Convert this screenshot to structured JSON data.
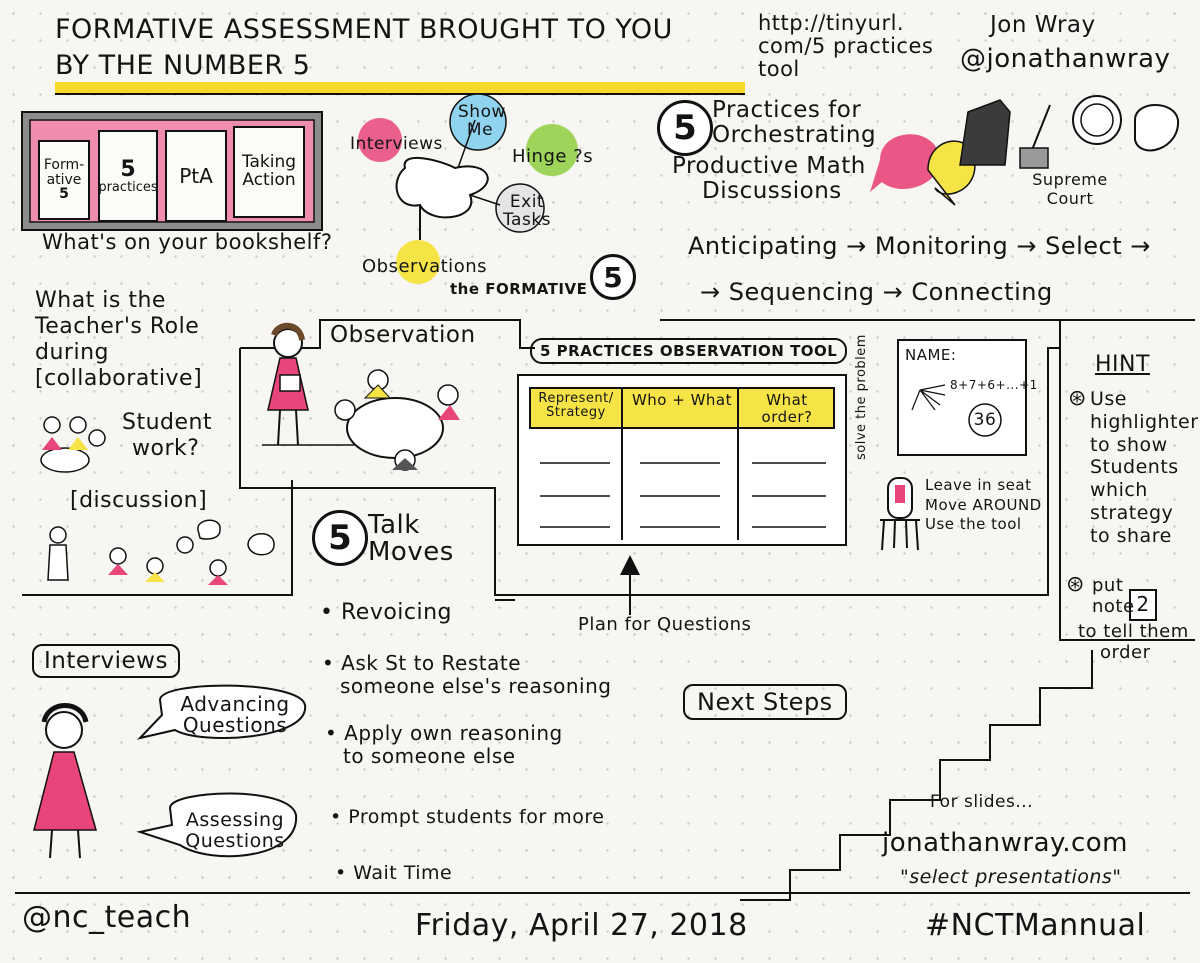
{
  "header": {
    "title_line1": "FORMATIVE ASSESSMENT BROUGHT TO YOU",
    "title_line2": "BY THE NUMBER 5",
    "url": "http://tinyurl.com/5practices tool",
    "url_line1": "http://tinyurl.",
    "url_line2": "com/5 practices",
    "url_line3": "tool",
    "author_name": "Jon Wray",
    "author_handle": "@jonathanwray"
  },
  "bookshelf": {
    "books": [
      "Form-ative 5",
      "5 practices",
      "PtA",
      "Taking Action"
    ],
    "book1_line1": "Form-",
    "book1_line2": "ative",
    "book1_line3": "5",
    "book2_line1": "5",
    "book2_line2": "practices",
    "caption": "What's on your bookshelf?"
  },
  "formative5": {
    "items": [
      "Interviews",
      "Show Me",
      "Hinge ?s",
      "Exit Tasks",
      "Observations"
    ],
    "label": "the FORMATIVE",
    "number": "5"
  },
  "practices": {
    "number": "5",
    "title_line1": "Practices for",
    "title_line2": "Orchestrating",
    "title_line3": "Productive Math",
    "title_line4": "Discussions",
    "court_label": "Supreme Court",
    "flow_line1": "Anticipating → Monitoring → Select →",
    "flow_line2": "→ Sequencing → Connecting"
  },
  "teacher_role": {
    "line1": "What is the",
    "line2": "Teacher's Role",
    "line3": "during",
    "line4": "[collaborative]",
    "line5": "Student",
    "line6": "work?",
    "discussion": "[discussion]"
  },
  "observation": {
    "label": "Observation"
  },
  "tool": {
    "title": "5 PRACTICES OBSERVATION TOOL",
    "columns": [
      "Represent/ Strategy",
      "Who + What",
      "What order?"
    ],
    "plan_label": "Plan for Questions"
  },
  "solve": {
    "side_label": "solve the problem",
    "name_label": "NAME:",
    "expr": "8+7+6+...+1",
    "answer": "36",
    "seat_line1": "Leave in seat",
    "seat_line2": "Move AROUND",
    "seat_line3": "Use the tool"
  },
  "hint": {
    "title": "HINT",
    "tip1_line1": "Use",
    "tip1_line2": "highlighter",
    "tip1_line3": "to show",
    "tip1_line4": "Students",
    "tip1_line5": "which",
    "tip1_line6": "strategy",
    "tip1_line7": "to share",
    "tip2_line1": "put",
    "tip2_line2": "note",
    "tip2_line3": "to tell them",
    "tip2_line4": "order",
    "note_number": "2"
  },
  "talk_moves": {
    "number": "5",
    "title_line1": "Talk",
    "title_line2": "Moves",
    "items": [
      "Revoicing",
      "Ask St to Restate someone else's reasoning",
      "Apply own reasoning to someone else",
      "Prompt students for more",
      "Wait Time"
    ],
    "item2_line1": "Ask St to Restate",
    "item2_line2": "someone else's reasoning",
    "item3_line1": "Apply own reasoning",
    "item3_line2": "to someone else"
  },
  "interviews": {
    "label": "Interviews",
    "bubble1_line1": "Advancing",
    "bubble1_line2": "Questions",
    "bubble2_line1": "Assessing",
    "bubble2_line2": "Questions"
  },
  "next_steps": {
    "label": "Next Steps",
    "slides_label": "For slides...",
    "site": "jonathanwray.com",
    "select": "\"select presentations\""
  },
  "footer": {
    "left": "@nc_teach",
    "center": "Friday, April 27, 2018",
    "right": "#NCTMannual"
  },
  "colors": {
    "yellow": "#f6e447",
    "pink": "#e8457a",
    "green": "#9ed45a",
    "blue": "#6fc6e8",
    "purple": "#b46bd6"
  }
}
